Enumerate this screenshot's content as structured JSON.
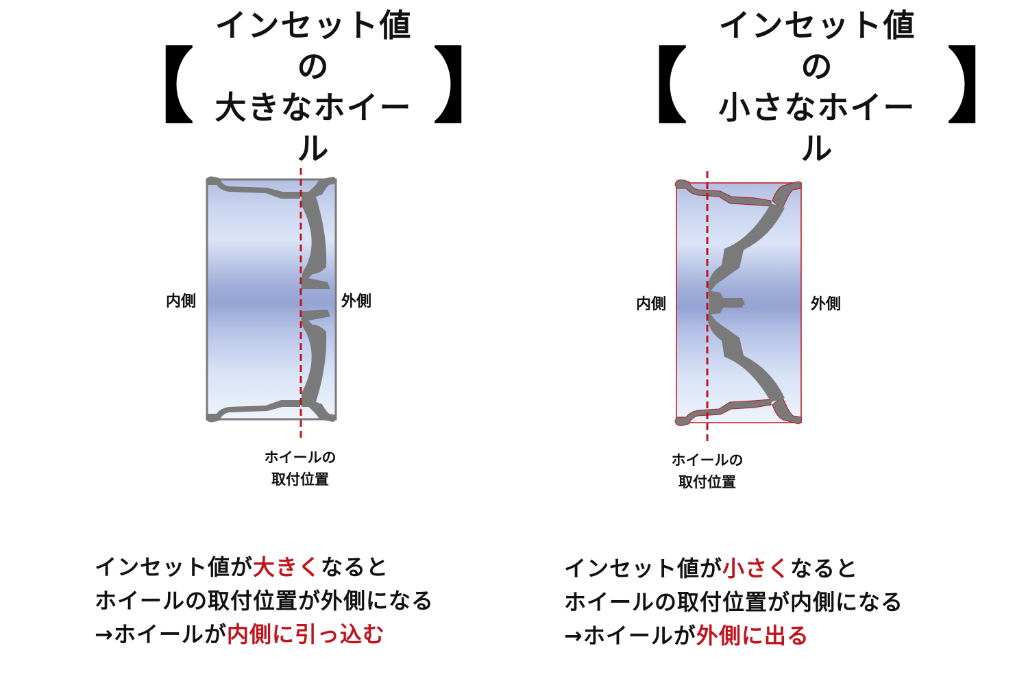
{
  "colors": {
    "accent_red": "#c0141c",
    "wheel_gray": "#7a7a7a",
    "gradient_dark": "#97a6d3",
    "gradient_light": "#e7effb",
    "text": "#111111"
  },
  "left": {
    "title": {
      "bracket_open": "【",
      "line1": "インセット値の",
      "line2": "大きなホイール",
      "bracket_close": "】"
    },
    "diagram": {
      "inner_label": "内側",
      "outer_label": "外側",
      "mount_line1": "ホイールの",
      "mount_line2": "取付位置",
      "mount_line_icon": "dashed-red-line"
    },
    "description": {
      "line1_a": "インセット値が",
      "line1_highlight": "大きく",
      "line1_b": "なると",
      "line2": "ホイールの取付位置が外側になる",
      "line3_a": "→ホイールが",
      "line3_highlight": "内側に引っ込む"
    }
  },
  "right": {
    "title": {
      "bracket_open": "【",
      "line1": "インセット値の",
      "line2": "小さなホイール",
      "bracket_close": "】"
    },
    "diagram": {
      "inner_label": "内側",
      "outer_label": "外側",
      "mount_line1": "ホイールの",
      "mount_line2": "取付位置",
      "mount_line_icon": "dashed-red-line"
    },
    "description": {
      "line1_a": "インセット値が",
      "line1_highlight": "小さく",
      "line1_b": "なると",
      "line2": "ホイールの取付位置が内側になる",
      "line3_a": "→ホイールが",
      "line3_highlight": "外側に出る"
    }
  }
}
